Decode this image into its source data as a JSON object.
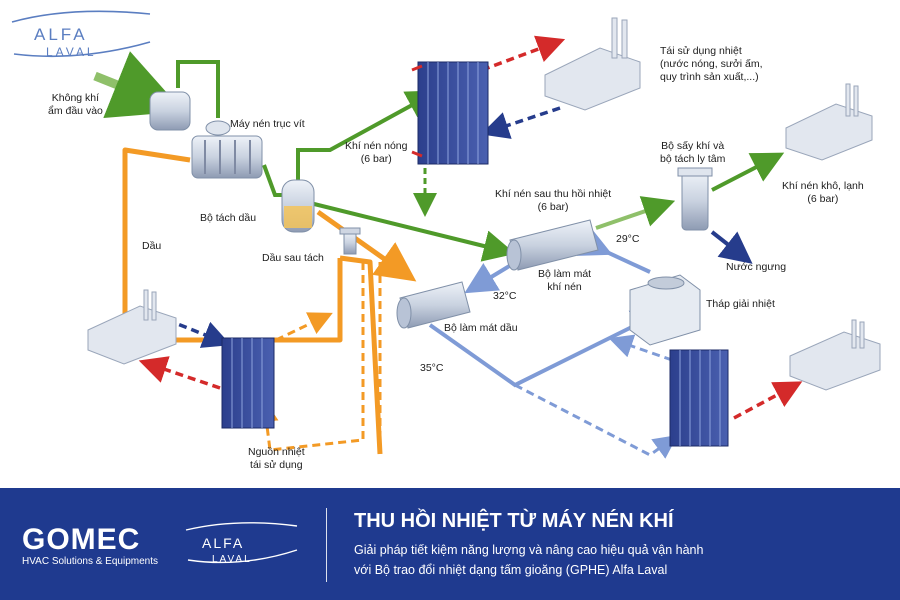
{
  "brand": {
    "alfa_laval": "ALFA LAVAL",
    "gomec": "GOMEC",
    "gomec_tagline": "HVAC Solutions & Equipments"
  },
  "labels": {
    "air_in": [
      "Không khí",
      "ẩm đầu vào"
    ],
    "screw_compressor": "Máy nén trục vít",
    "oil_separator": "Bộ tách dầu",
    "oil": "Dầu",
    "oil_after_sep": "Dầu sau tách",
    "hot_air": [
      "Khí nén nóng",
      "(6 bar)"
    ],
    "reuse_heat": [
      "Tái sử dụng nhiệt",
      "(nước nóng, sưởi ấm,",
      "quy trình sản xuất,...)"
    ],
    "dryer": [
      "Bộ sấy khí và",
      "bộ tách ly tâm"
    ],
    "after_recovery": [
      "Khí nén sau thu hồi nhiệt",
      "(6 bar)"
    ],
    "dry_air": [
      "Khí nén khô, lạnh",
      "(6 bar)"
    ],
    "t29": "29°C",
    "condensate": "Nước ngưng",
    "air_cooler": [
      "Bộ làm mát",
      "khí nén"
    ],
    "t32": "32°C",
    "cooling_tower": "Tháp giải nhiệt",
    "oil_cooler": "Bộ làm mát dầu",
    "t35": "35°C",
    "heat_source": [
      "Nguồn nhiệt",
      "tái sử dụng"
    ]
  },
  "footer": {
    "title": "THU HỒI NHIỆT TỪ MÁY NÉN KHÍ",
    "line1": "Giải pháp tiết kiệm năng lượng và nâng cao hiệu quả vận hành",
    "line2": "với Bộ trao đổi nhiệt dạng tấm gioăng (GPHE) Alfa Laval"
  },
  "colors": {
    "green": "#4f9a2a",
    "orange": "#f39a25",
    "blue_line": "#7f9bd6",
    "red": "#d42a2a",
    "navy": "#263c8c",
    "footer_bg": "#1f3a8f"
  }
}
